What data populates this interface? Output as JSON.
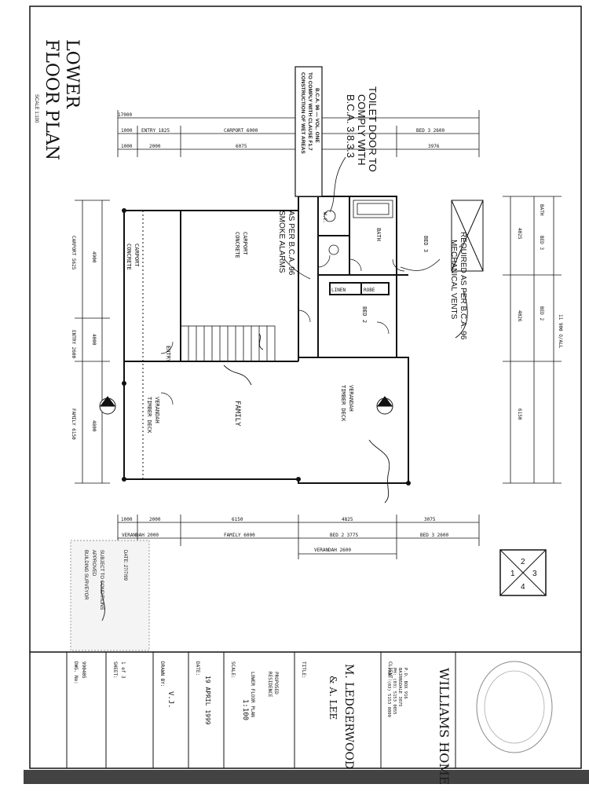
{
  "sheet_title": {
    "line1": "LOWER",
    "line2": "FLOOR PLAN",
    "scale": "SCALE 1:100"
  },
  "notes": {
    "toilet_door": [
      "TOILET DOOR TO",
      "COMPLY WITH",
      "B.C.A. 3.8.3.3"
    ],
    "wet_areas": [
      "CONSTRUCTION OF WET AREAS",
      "TO COMPLY WITH CLAUSE F1.7",
      "B.C.A. 96 — VOL. ONE"
    ],
    "smoke_alarms": [
      "SMOKE ALARMS",
      "AS PER B.C.A. 96"
    ],
    "mech_vents": [
      "MECHANICAL VENTS",
      "REQUIRED AS PER B.C.A. 96"
    ]
  },
  "rooms": {
    "carport": "CARPORT",
    "carport_sub": "CONCRETE",
    "family": "FAMILY",
    "verandah": "VERANDAH",
    "verandah_sub": "TIMBER DECK",
    "bed2": "BED 2",
    "bed3": "BED 3",
    "bath": "BATH",
    "linen": "LINEN",
    "robe": "ROBE",
    "entry": "ENTRY",
    "wc": "W.C."
  },
  "dims_top": {
    "overall": "17000",
    "seg": [
      "1000",
      "ENTRY 1825",
      "CARPORT 6000",
      "BED 3 2600"
    ],
    "sub": [
      "1000",
      "2000",
      "6075",
      "3976"
    ]
  },
  "dims_bottom": {
    "seg": [
      "1000",
      "2000",
      "6150",
      "4825",
      "3075"
    ],
    "sub": [
      "VERANDAH 2000",
      "FAMILY 6000",
      "BED 2 3775",
      "BED 3 2600"
    ],
    "verandah": "VERANDAH 2600"
  },
  "dims_left": [
    "CARPORT 5625",
    "ENTRY 2600",
    "FAMILY 6150",
    "4900",
    "4000",
    "4800"
  ],
  "dims_right": [
    "BATH",
    "BED 3",
    "BED 2",
    "4025",
    "4026",
    "6150",
    "11 900 O/ALL"
  ],
  "quadrant": [
    "1",
    "2",
    "3",
    "4"
  ],
  "title_block": {
    "company": "WILLIAMS HOMES",
    "company_address": [
      "P.O. BOX 916",
      "BAIRNSDALE 3875",
      "PH: (03) 5153 0855",
      "FAX: (03) 5153 0800"
    ],
    "client_label": "CLIENT:",
    "client": [
      "M. LEDGERWOOD",
      "& A. LEE"
    ],
    "title_label": "TITLE:",
    "project": [
      "PROPOSED",
      "RESIDENCE"
    ],
    "drawing_title": "LOWER FLOOR PLAN",
    "scale_label": "SCALE:",
    "scale": "1:100",
    "date_label": "DATE:",
    "date": "19 APRIL 1999",
    "drawn_label": "DRAWN BY:",
    "drawn": "V.J.",
    "sheet_label": "SHEET:",
    "sheet": "1 of 3",
    "dwg_label": "DWG. No:",
    "dwg": "990405"
  },
  "stamp": [
    "BUILDING SURVEYOR",
    "APPROVED",
    "SUBJECT TO CONDITIONS",
    "DATE: 27/7/99"
  ]
}
